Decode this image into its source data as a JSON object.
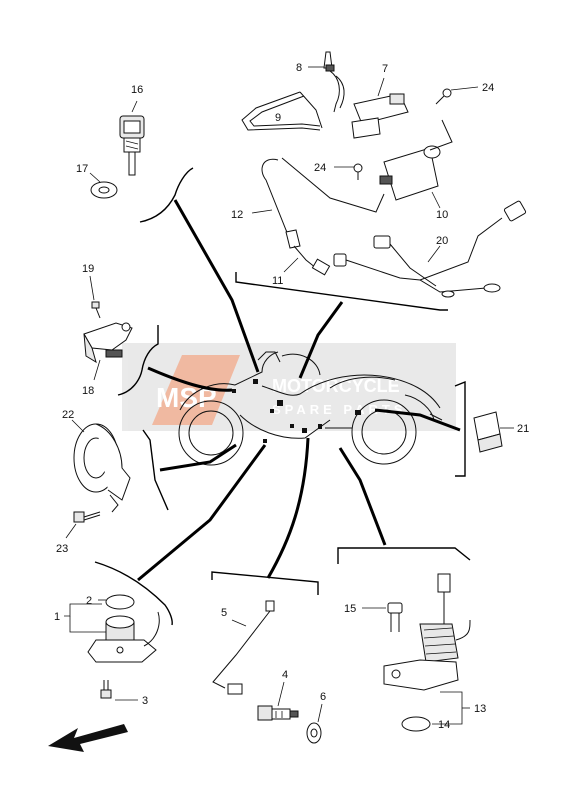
{
  "watermark": {
    "logo_letters": "MSP",
    "line1": "MOTORCYCLE",
    "line2": "SPARE PARTS",
    "color_orange": "#e8632b",
    "color_gray": "#b0b0b0"
  },
  "callouts": {
    "c1": "1",
    "c2": "2",
    "c3": "3",
    "c4": "4",
    "c5": "5",
    "c6": "6",
    "c7": "7",
    "c8": "8",
    "c9": "9",
    "c10": "10",
    "c11": "11",
    "c12": "12",
    "c13": "13",
    "c14": "14",
    "c15": "15",
    "c16": "16",
    "c17": "17",
    "c18": "18",
    "c19": "19",
    "c20": "20",
    "c21": "21",
    "c22": "22",
    "c23": "23",
    "c24a": "24",
    "c24b": "24"
  },
  "icons": {
    "front_arrow": "arrow-left-down-icon"
  }
}
